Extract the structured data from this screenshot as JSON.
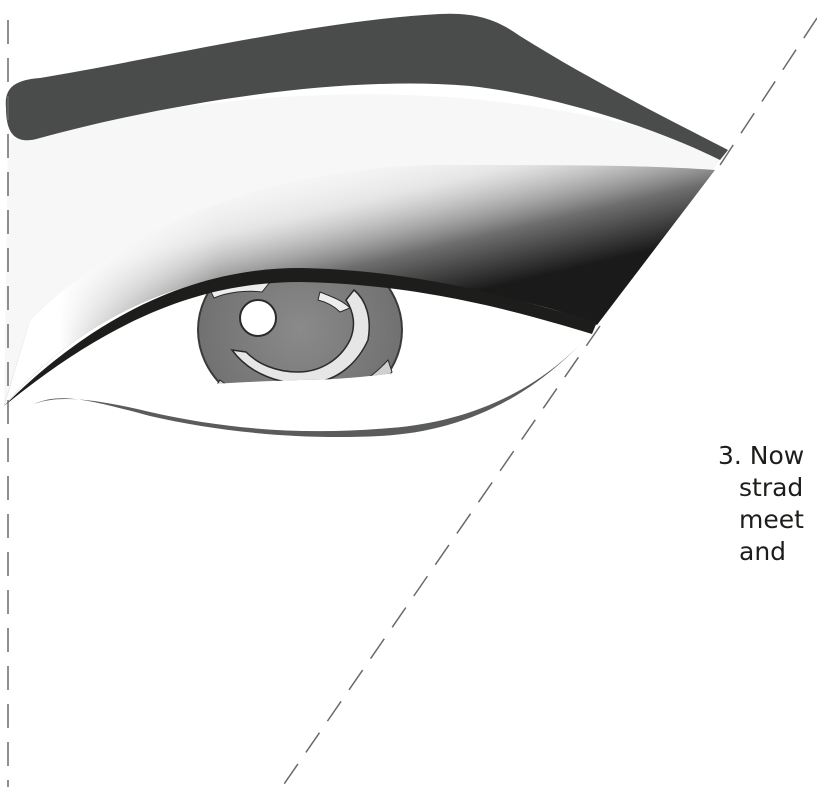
{
  "instruction": {
    "lines": [
      "3. Now",
      "strad",
      "meet",
      "and"
    ]
  },
  "colors": {
    "eyebrow": "#4a4c4c",
    "eyeliner": "#1d1d1b",
    "iris": "#7d7d7d",
    "lower_lash_line": "#5a5c5c",
    "guide_line": "#6a6a6a",
    "text": "#1d1d1b"
  },
  "icons": {
    "eyebrow": "eyebrow-shape",
    "eye": "eye-shape",
    "guides": "dashed-guide-lines"
  }
}
